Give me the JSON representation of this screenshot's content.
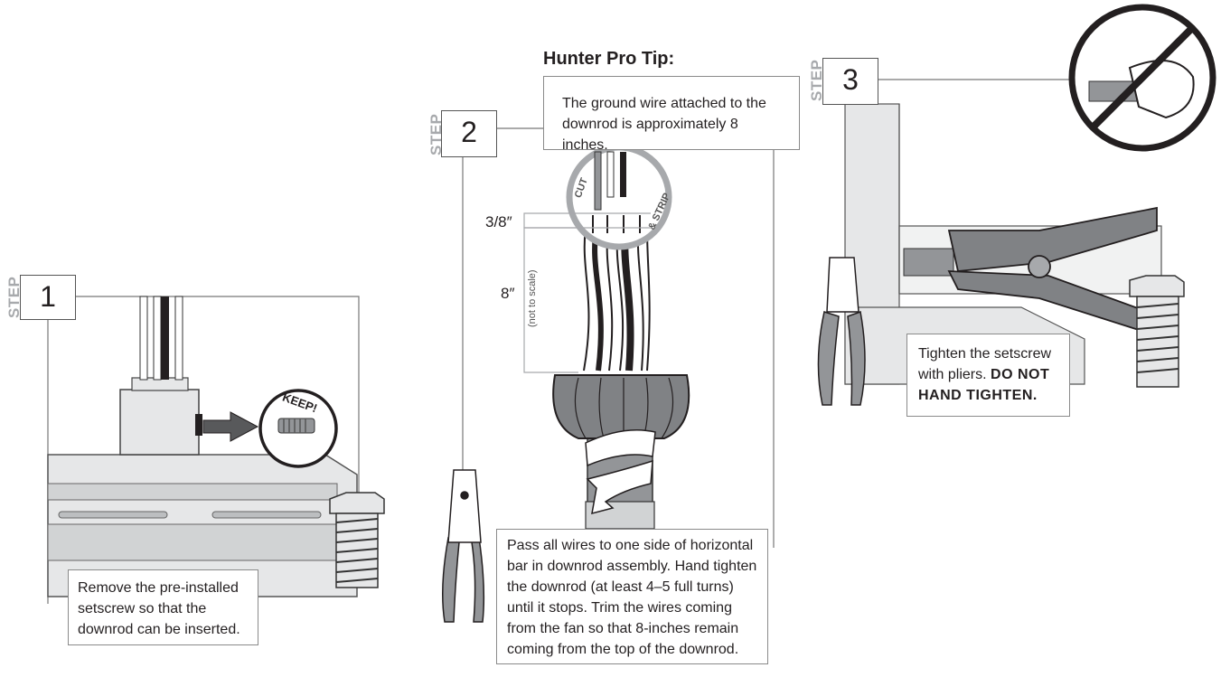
{
  "step_label": "STEP",
  "steps": [
    {
      "number": "1",
      "caption": "Remove the pre-installed setscrew so that the downrod can be inserted.",
      "caption_lines": [
        "Remove the pre-installed",
        "setscrew so that the",
        "downrod can be inserted."
      ]
    },
    {
      "number": "2",
      "caption_lines": [
        "Pass all wires to one side of horizontal",
        "bar in downrod assembly. Hand tighten",
        "the downrod (at least 4–5 full turns)",
        "until it stops. Trim the wires coming",
        "from the fan so that 8-inches remain",
        "coming from the top of the downrod."
      ]
    },
    {
      "number": "3",
      "caption_lines": [
        "Tighten the setscrew",
        "with pliers."
      ],
      "caption_bold": [
        "DO NOT",
        "HAND TIGHTEN."
      ]
    }
  ],
  "pro_tip": {
    "title": "Hunter Pro Tip:",
    "lines": [
      "The ground wire attached to the",
      "downrod is approximately 8 inches."
    ]
  },
  "labels": {
    "keep": "KEEP!",
    "cut": "CUT",
    "strip": "& STRIP",
    "three_eighths": "3/8″",
    "eight": "8″",
    "not_to_scale": "(not to scale)"
  }
}
